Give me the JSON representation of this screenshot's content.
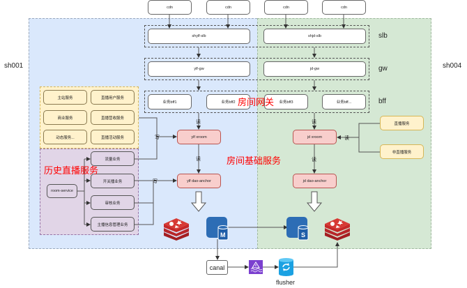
{
  "zones": {
    "left": {
      "label": "sh001",
      "color": "#dae8fc"
    },
    "right": {
      "label": "sh004",
      "color": "#d5e8d4"
    }
  },
  "layers": {
    "slb": "slb",
    "gw": "gw",
    "bff": "bff"
  },
  "cdn": [
    "cdn",
    "cdn",
    "cdn",
    "cdn"
  ],
  "slb": {
    "left": "shylf-slb",
    "right": "shjd-slb"
  },
  "gw": {
    "left": "ylf-gw",
    "right": "jd-gw"
  },
  "bff": [
    "业务bff1",
    "业务bff2",
    "业务bff3",
    "业务bff..."
  ],
  "titles": {
    "room_gateway": "房间网关",
    "room_base": "房间基础服务",
    "history_live": "历史直播服务"
  },
  "yellow_services": [
    "主站服务",
    "直播用户服务",
    "商业服务",
    "直播营收服务",
    "动态服务...",
    "直播活动服务"
  ],
  "purple_services": [
    "流量业务",
    "开关播业务",
    "审核业务",
    "主播信息管理业务"
  ],
  "room_service": "room-service",
  "right_services": [
    "直播服务",
    "非直播服务"
  ],
  "core": {
    "ylf_xroom": "ylf xroom",
    "ylf_dao": "ylf dao-anchor",
    "jd_xroom": "jd xroom",
    "jd_dao": "jd dao-anchor"
  },
  "edge_labels": {
    "read": "读",
    "write": "写"
  },
  "storage": {
    "mysql_master_badge": "M",
    "mysql_slave_badge": "S"
  },
  "pipeline": {
    "canal": "canal",
    "flusher": "flusher"
  },
  "colors": {
    "red_title": "#ff0000",
    "redis_red": "#c62828",
    "mysql_blue": "#2d6db5",
    "kafka_purple": "#7b3fcf",
    "flusher_cyan": "#1ba1e2"
  }
}
